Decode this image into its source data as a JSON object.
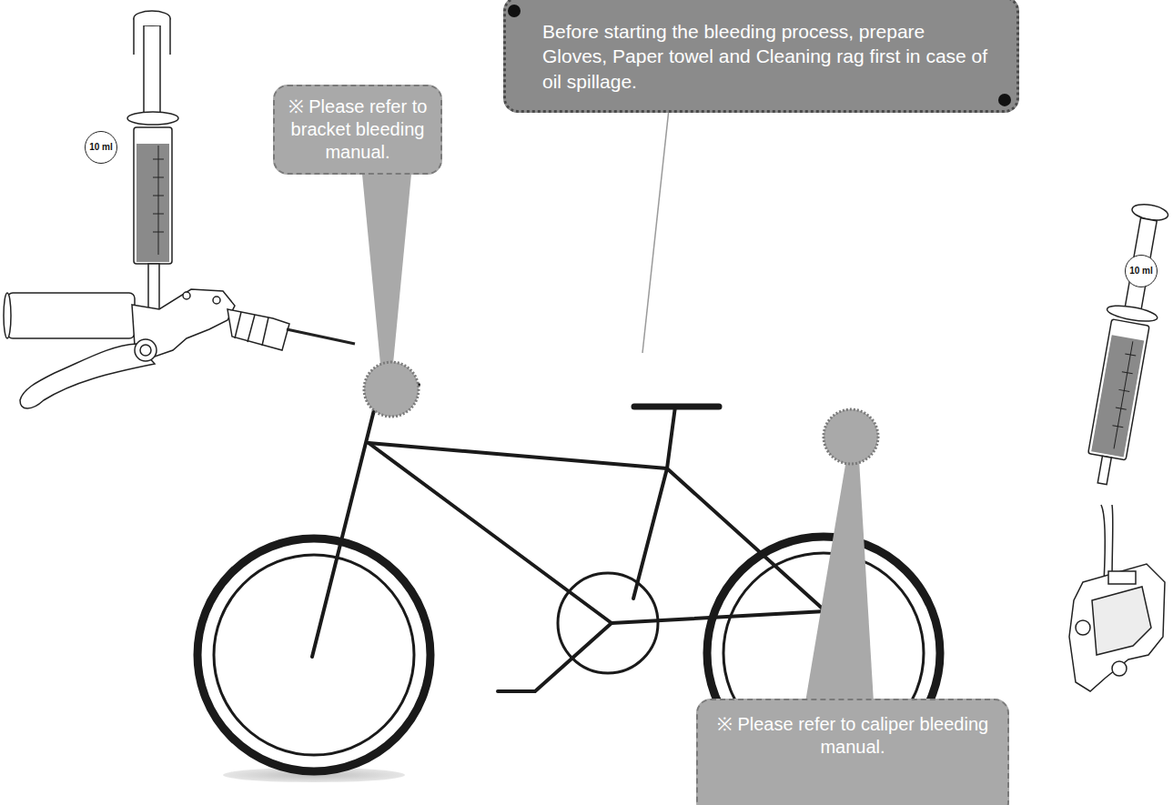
{
  "diagram": {
    "nodes": [
      {
        "text": [
          "Before starting the bleeding process, prepare Gloves, Paper towel and Cleaning rag first in case of oil spillage."
        ]
      },
      {
        "text": [
          "10 ml"
        ]
      },
      {
        "text": [
          "※ Please refer to bracket bleeding manual."
        ]
      },
      {
        "text": [
          "10 ml"
        ]
      },
      {
        "text": [
          "※ Please refer to caliper bleeding manual."
        ]
      }
    ]
  }
}
